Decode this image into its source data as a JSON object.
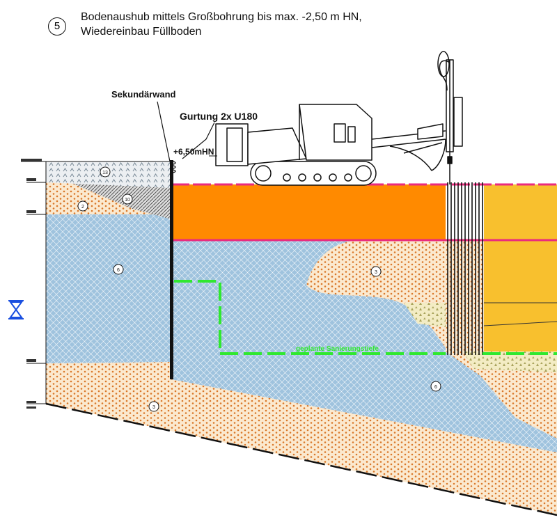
{
  "step": {
    "number": "5"
  },
  "title": {
    "line1": "Bodenaushub mittels Großbohrung bis max. -2,50 m HN,",
    "line2": "Wiedereinbau Füllboden"
  },
  "labels": {
    "secondary_wall": "Sekundärwand",
    "waling": "Gurtung  2x  U180",
    "level_top": "+6,50mHN",
    "remediation_depth": "geplante  Sanierungstiefe"
  },
  "soil_layers": {
    "layer_13": "13",
    "layer_2": "2",
    "layer_10": "10",
    "layer_6_left": "6",
    "layer_3_island": "3",
    "layer_6_lower": "6",
    "layer_3_bottom": "3"
  },
  "colors": {
    "clay_blue": "#9fc3de",
    "sand_orange": "#e59b34",
    "fill_orange": "#ff8a00",
    "gold_fill": "#f8c02e",
    "pink_line": "#ea2a7e",
    "green_line": "#30e830",
    "water_marker": "#1a4fe0"
  }
}
